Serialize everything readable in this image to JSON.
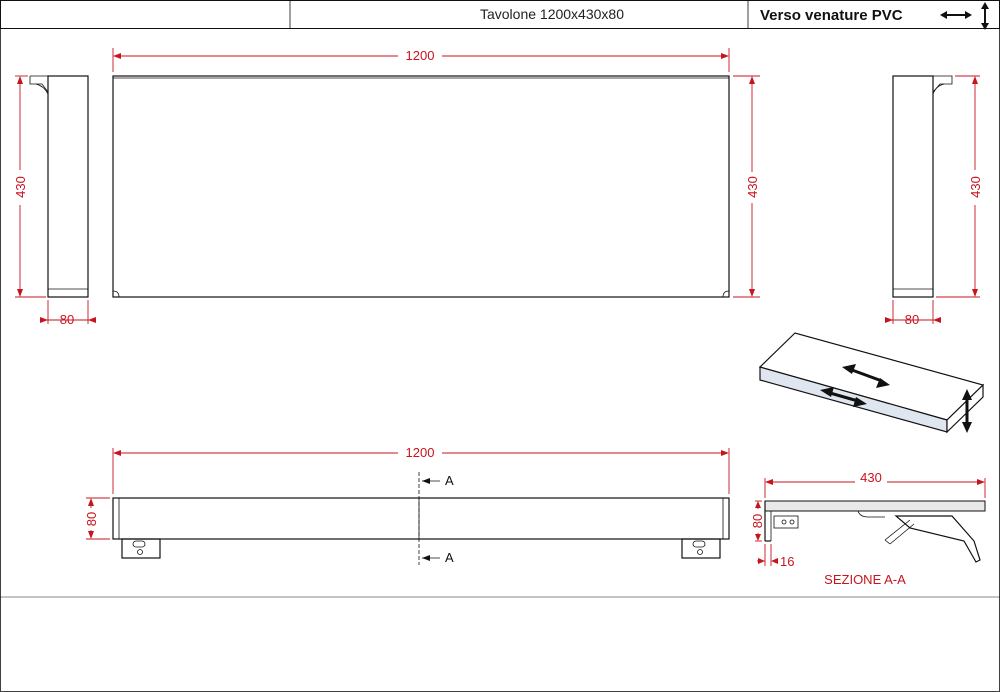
{
  "title_block": {
    "description": "Tavolone 1200x430x80",
    "grain_note": "Verso venature PVC"
  },
  "dimensions": {
    "front_width": "1200",
    "front_height": "430",
    "side_left_height": "430",
    "side_left_depth": "80",
    "side_right_height": "430",
    "side_right_depth": "80",
    "bottom_width": "1200",
    "bottom_height": "80",
    "section_width": "430",
    "section_height": "80",
    "section_offset": "16"
  },
  "section_markers": {
    "top": "A",
    "bottom": "A"
  },
  "section_title": "SEZIONE A-A",
  "colors": {
    "dimension": "#c8141e",
    "outline": "#111111"
  },
  "icons": [
    "double-arrow-horizontal-icon",
    "double-arrow-vertical-icon"
  ]
}
